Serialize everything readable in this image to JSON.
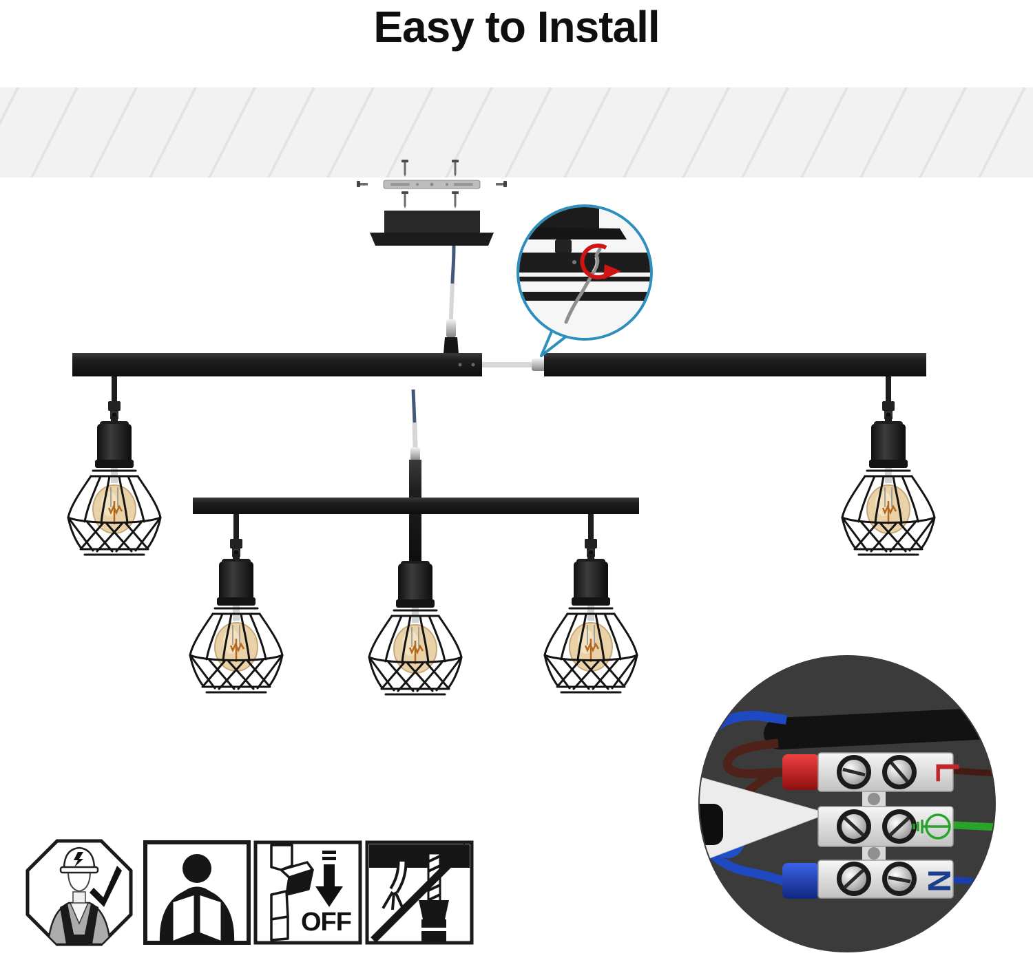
{
  "page": {
    "title": "Easy to Install",
    "background_color": "#ffffff",
    "title_color": "#0f0f0f"
  },
  "ceiling": {
    "fill": "#f2f2f2",
    "stripe_color": "#e3e3e3"
  },
  "fixture": {
    "finish_color": "#1b1b1b",
    "main_track_lights": 2,
    "secondary_track_lights": 3,
    "bulb_glass_color": "#e9d2a8",
    "bulb_filament_color": "#b36a1e",
    "connector_cable_color": "#d6d6d6",
    "mounting_bracket_color": "#bdbdbd"
  },
  "screw_detail_inset": {
    "border_color": "#2e8fbe",
    "rotation_arrow_color": "#d01414",
    "tool": "allen-key"
  },
  "safety_icons": [
    {
      "name": "qualified-electrician",
      "shape": "octagon"
    },
    {
      "name": "read-the-manual",
      "shape": "square"
    },
    {
      "name": "switch-power-off",
      "shape": "square",
      "label": "OFF"
    },
    {
      "name": "no-drilling-near-wires",
      "shape": "square"
    }
  ],
  "wiring_inset": {
    "background_color": "#3b3b3b",
    "terminal_block_color": "#e8e8e8",
    "terminals": [
      {
        "id": "live",
        "label": "L",
        "label_color": "#c0272d",
        "wire_color": "#4e2218",
        "ferrule_color": "#c01818"
      },
      {
        "id": "earth",
        "label": "",
        "label_color": "#2aa32a",
        "wire_color": "#2aa32a",
        "symbol": "earth-ground"
      },
      {
        "id": "neutral",
        "label": "N",
        "label_color": "#1a3e8c",
        "wire_color": "#1f49c0",
        "ferrule_color": "#2443b8"
      }
    ]
  }
}
